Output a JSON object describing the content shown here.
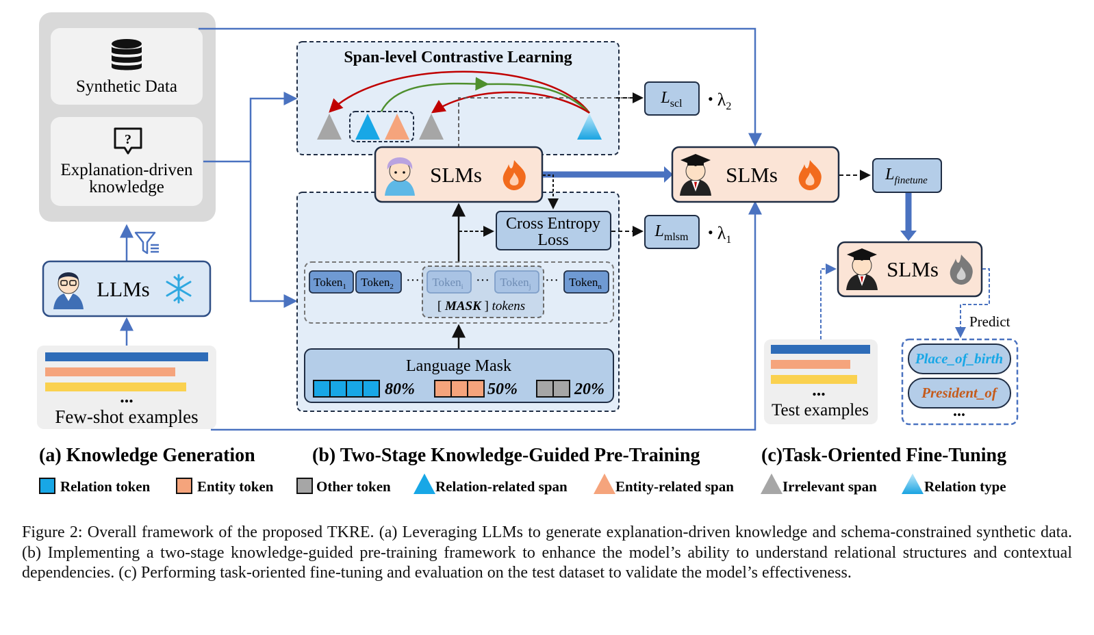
{
  "panel_a": {
    "synthetic_data": "Synthetic Data",
    "explanation_line1": "Explanation-driven",
    "explanation_line2": "knowledge",
    "llms": "LLMs",
    "few_shot_dots": "...",
    "few_shot_label": "Few-shot examples"
  },
  "panel_b": {
    "scl_title": "Span-level Contrastive Learning",
    "slms": "SLMs",
    "ce_line1": "Cross Entropy",
    "ce_line2": "Loss",
    "loss_scl_main": "L",
    "loss_scl_sub": "scl",
    "lambda2": "λ",
    "lambda2_sub": "2",
    "loss_mlsm_main": "L",
    "loss_mlsm_sub": "mlsm",
    "lambda1": "λ",
    "lambda1_sub": "1",
    "dot": "•",
    "token_label": "Token",
    "token_subs": [
      "1",
      "2",
      "i",
      "j",
      "n"
    ],
    "token_dots": "···",
    "mask_bracket_open": "[ ",
    "mask_word": "MASK",
    "mask_bracket_close": " ]",
    "mask_tokens_word": " tokens",
    "language_mask": "Language Mask",
    "pct_relation": "80%",
    "pct_entity": "50%",
    "pct_other": "20%"
  },
  "panel_c": {
    "slms_top": "SLMs",
    "slms_bottom": "SLMs",
    "loss_finetune_main": "L",
    "loss_finetune_sub": "finetune",
    "predict": "Predict",
    "test_dots": "...",
    "test_label": "Test examples",
    "relation1": "Place_of_birth",
    "relation2": "President_of",
    "relation_dots": "..."
  },
  "section_titles": {
    "a": "(a) Knowledge Generation",
    "b": "(b) Two-Stage Knowledge-Guided Pre-Training",
    "c": "(c)Task-Oriented Fine-Tuning"
  },
  "legend": {
    "relation_token": "Relation token",
    "entity_token": "Entity token",
    "other_token": "Other token",
    "relation_span": "Relation-related span",
    "entity_span": "Entity-related span",
    "irrelevant_span": "Irrelevant span",
    "relation_type": "Relation type"
  },
  "caption": "Figure 2: Overall framework of the proposed TKRE. (a) Leveraging LLMs to generate explanation-driven knowledge and schema-constrained synthetic data. (b) Implementing a two-stage knowledge-guided pre-training framework to enhance the model’s ability to understand relational structures and contextual dependencies. (c) Performing task-oriented fine-tuning and evaluation on the test dataset to validate the model’s effectiveness.",
  "colors": {
    "relation_blue": "#18a7e6",
    "entity_orange": "#f5a47c",
    "other_gray": "#a6a6a6",
    "panel_blue": "#dbe8f6",
    "box_blue": "#b4cde8",
    "slm_peach": "#fbe4d6",
    "flow_blue": "#4a72c0",
    "red_arrow": "#c00000",
    "green_arrow": "#4e8f2d",
    "fire_orange": "#f26b1d"
  }
}
